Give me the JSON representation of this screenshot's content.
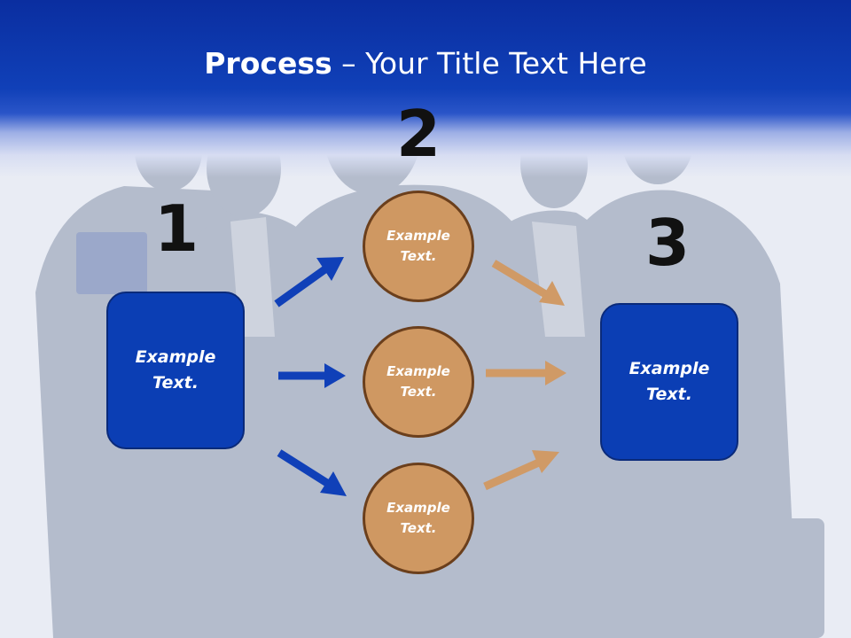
{
  "slide": {
    "title_bold": "Process",
    "title_rest": " – Your Title Text Here"
  },
  "steps": {
    "one": {
      "number": "1",
      "line1": "Example",
      "line2": "Text."
    },
    "two": {
      "number": "2",
      "circles": [
        {
          "line1": "Example",
          "line2": "Text."
        },
        {
          "line1": "Example",
          "line2": "Text."
        },
        {
          "line1": "Example",
          "line2": "Text."
        }
      ]
    },
    "three": {
      "number": "3",
      "line1": "Example",
      "line2": "Text."
    }
  },
  "colors": {
    "header": "#0a2ea0",
    "box_blue": "#0b3eb4",
    "circle_tan": "#cf9862",
    "circle_border": "#6b3f1c",
    "arrow_blue": "#1040b8",
    "arrow_tan": "#d09a66"
  }
}
